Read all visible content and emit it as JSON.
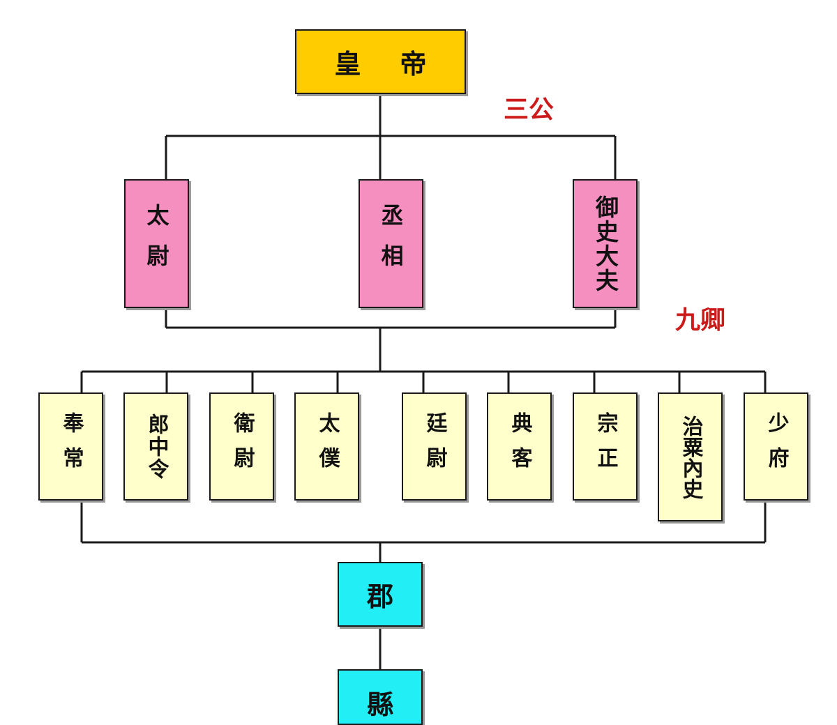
{
  "emperor": {
    "label": "皇帝"
  },
  "san_gong_label": "三公",
  "jiu_qing_label": "九卿",
  "san_gong": [
    {
      "label": "太尉"
    },
    {
      "label": "丞相"
    },
    {
      "label": "御史大夫"
    }
  ],
  "jiu_qing": [
    {
      "label": "奉常"
    },
    {
      "label": "郎中令"
    },
    {
      "label": "衛尉"
    },
    {
      "label": "太僕"
    },
    {
      "label": "廷尉"
    },
    {
      "label": "典客"
    },
    {
      "label": "宗正"
    },
    {
      "label": "治粟內史"
    },
    {
      "label": "少府"
    }
  ],
  "jun": {
    "label": "郡"
  },
  "xian": {
    "label": "縣"
  },
  "colors": {
    "emperor": "#ffcc00",
    "san_gong": "#f58fc0",
    "jiu_qing": "#ffffcc",
    "local": "#22eef5",
    "label_red": "#cc1a1a",
    "line": "#1a1a1a"
  }
}
